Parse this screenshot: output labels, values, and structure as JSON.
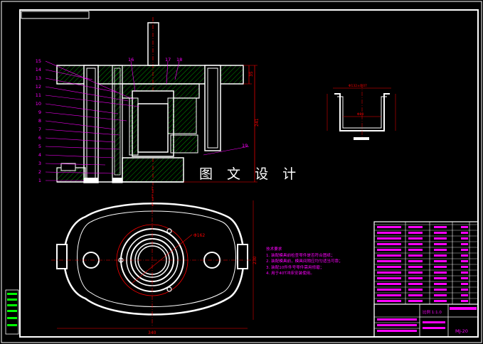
{
  "watermark": "图 文 设 计",
  "part_numbers_left": [
    "15",
    "14",
    "13",
    "12",
    "11",
    "10",
    "9",
    "8",
    "7",
    "6",
    "5",
    "4",
    "3",
    "2",
    "1"
  ],
  "part_numbers_top": [
    "16",
    "17",
    "18"
  ],
  "part_number_right": "19",
  "dim_top_right_vertical": [
    "35",
    "241"
  ],
  "dim_circle": "Φ162",
  "dim_plan_width": "340",
  "dim_plan_height": "230",
  "detail_dim_top": "Φ132±0.07",
  "detail_dim_bottom": "Φ88",
  "tech_notes": {
    "title": "技术要求",
    "items": [
      "1.  装配模具前检查零件是否符合图纸；",
      "2.  装配模具前，模具间隙应均匀适当可靠；",
      "3.  装配10件件号零件需用修磨；",
      "4.  用于40T冲床安装使用。"
    ]
  },
  "title_block": {
    "scale": "比例  1:1.0",
    "drawing_no": "MJ-20"
  },
  "colors": {
    "frame": "#ffffff",
    "leader": "#ff00ff",
    "dimension": "#ff0000",
    "part": "#ffffff",
    "hatch": "#00ff00",
    "centerline": "#ff0000",
    "table_text": "#ff00ff",
    "table_line": "#ffffff"
  }
}
